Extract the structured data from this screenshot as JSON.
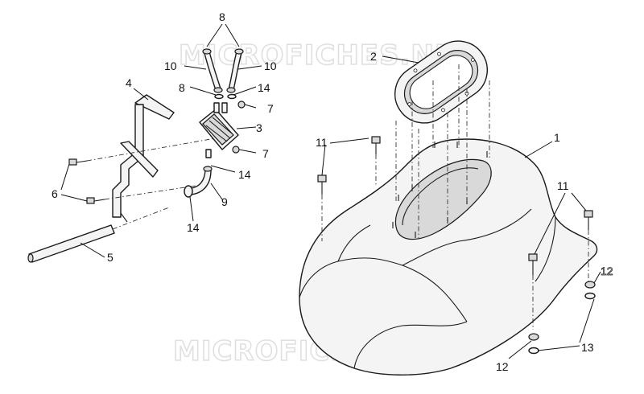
{
  "watermark": {
    "top": "MICROFICHES.NET",
    "bottom": "MICROFICHES.NET"
  },
  "callouts": {
    "c1": "1",
    "c2": "2",
    "c3": "3",
    "c4": "4",
    "c5": "5",
    "c6": "6",
    "c7a": "7",
    "c7b": "7",
    "c8a": "8",
    "c8b": "8",
    "c9": "9",
    "c10a": "10",
    "c10b": "10",
    "c11a": "11",
    "c11b": "11",
    "c12a": "12",
    "c12b": "12",
    "c13": "13",
    "c14a": "14",
    "c14b": "14",
    "c14c": "14"
  }
}
